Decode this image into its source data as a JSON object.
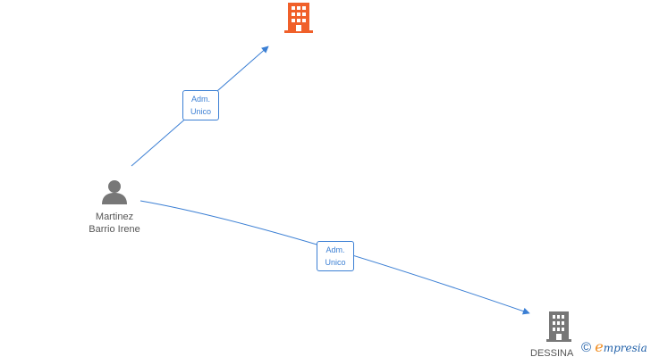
{
  "nodes": {
    "person": {
      "name_line1": "Martinez",
      "name_line2": "Barrio Irene",
      "icon": "person-icon",
      "color": "#777777"
    },
    "company_top": {
      "icon": "building-icon",
      "color": "#f0602a"
    },
    "company_bottom": {
      "label": "DESSINA",
      "icon": "building-icon",
      "color": "#777777"
    }
  },
  "edges": [
    {
      "line1": "Adm.",
      "line2": "Unico",
      "color": "#3b7fd4"
    },
    {
      "line1": "Adm.",
      "line2": "Unico",
      "color": "#3b7fd4"
    }
  ],
  "footer": {
    "copyright_symbol": "©",
    "brand_initial": "e",
    "brand_rest": "mpresia"
  }
}
